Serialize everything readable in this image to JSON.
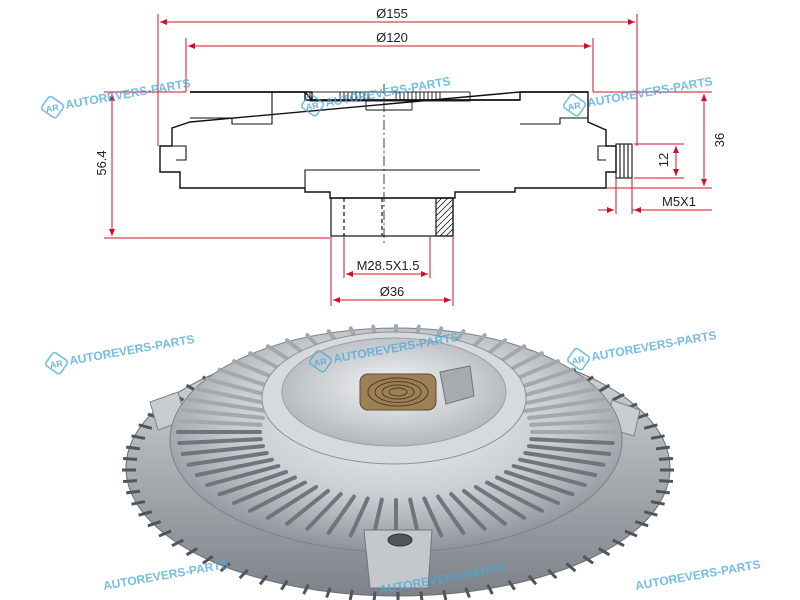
{
  "dimensions": {
    "outer_diameter": "Ø155",
    "inner_diameter": "Ø120",
    "height_total": "56.4",
    "height_right": "36",
    "stud_height": "12",
    "stud_thread": "M5X1",
    "shaft_thread": "M28.5X1.5",
    "shaft_diameter": "Ø36"
  },
  "watermark": {
    "text": "AUTOREVERS-PARTS",
    "badge": "AR",
    "color": "#4aa8d8"
  },
  "colors": {
    "dimension_line": "#d0102a",
    "outline": "#111111",
    "metal_light": "#e6e8ea",
    "metal_mid": "#b9bdc2",
    "metal_dark": "#6f757c",
    "spring": "#8a6a45"
  }
}
